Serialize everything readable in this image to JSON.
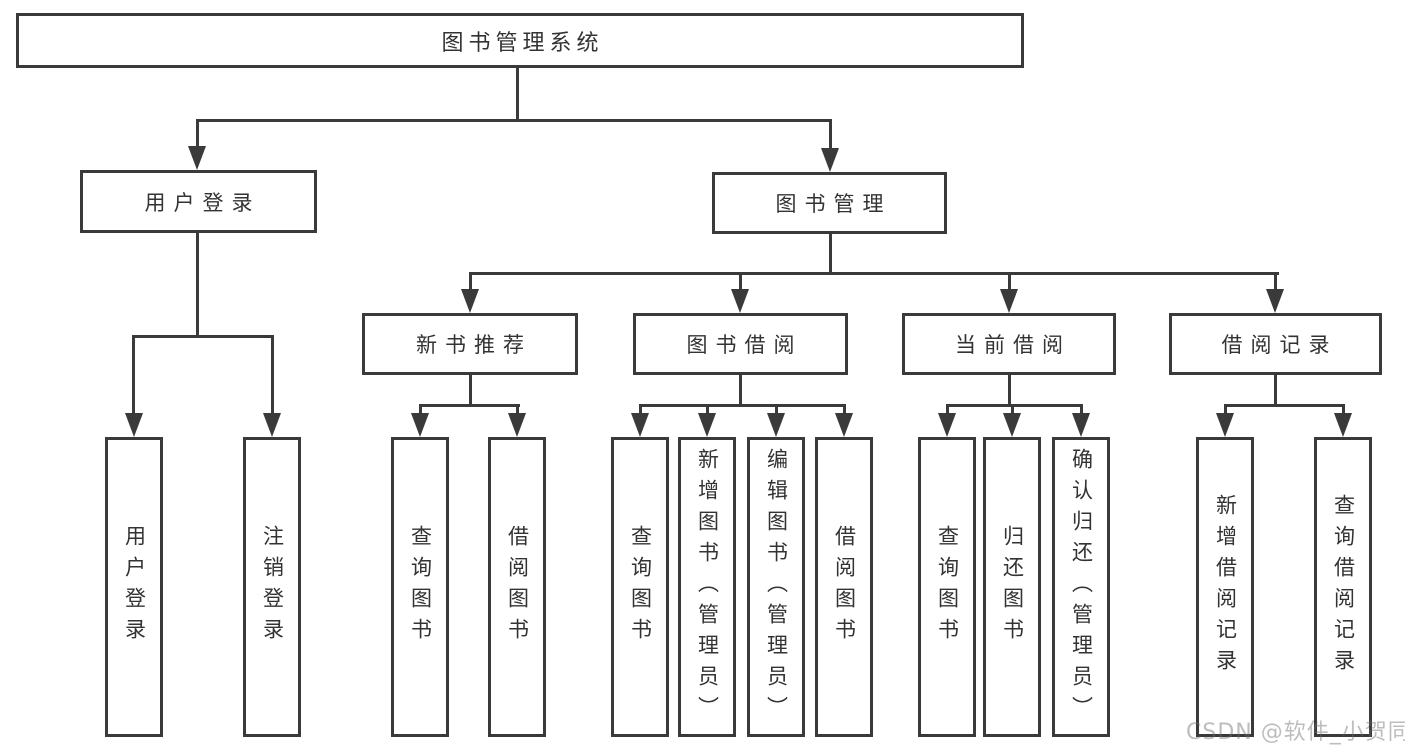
{
  "diagram": {
    "root_label": "图书管理系统",
    "branches": [
      {
        "label": "用户登录",
        "children": [
          "用户登录",
          "注销登录"
        ]
      },
      {
        "label": "图书管理",
        "sections": [
          {
            "label": "新书推荐",
            "children": [
              "查询图书",
              "借阅图书"
            ]
          },
          {
            "label": "图书借阅",
            "children": [
              "查询图书",
              "新增图书（管理员）",
              "编辑图书（管理员）",
              "借阅图书"
            ]
          },
          {
            "label": "当前借阅",
            "children": [
              "查询图书",
              "归还图书",
              "确认归还（管理员）"
            ]
          },
          {
            "label": "借阅记录",
            "children": [
              "新增借阅记录",
              "查询借阅记录"
            ]
          }
        ]
      }
    ]
  },
  "watermark": "CSDN @软件_小贺同学",
  "colors": {
    "line": "#3a3a3a",
    "text": "#333333",
    "watermark": "#b9b9b9",
    "background": "#ffffff"
  }
}
